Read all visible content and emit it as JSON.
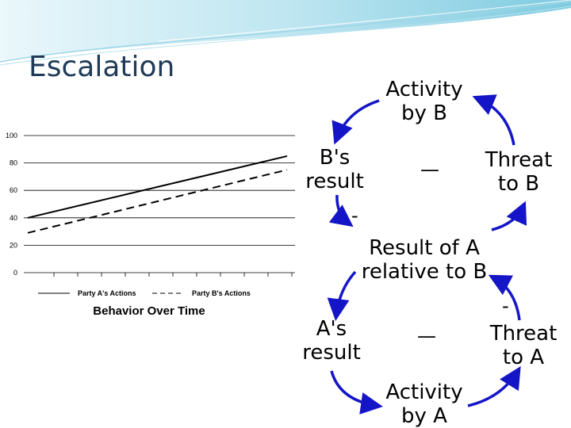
{
  "slide": {
    "title": "Escalation"
  },
  "diagram": {
    "loop_b": {
      "activity": [
        "Activity",
        "by B"
      ],
      "threat": [
        "Threat",
        "to B"
      ],
      "result": [
        "B's",
        "result"
      ],
      "center_sign": "—",
      "arrow_sign": "-"
    },
    "shared": [
      "Result of A",
      "relative to B"
    ],
    "loop_a": {
      "activity": [
        "Activity",
        "by A"
      ],
      "threat": [
        "Threat",
        "to A"
      ],
      "result": [
        "A's",
        "result"
      ],
      "center_sign": "—",
      "arrow_sign": "-"
    },
    "arrow_color": "#1515c8"
  },
  "chart_data": {
    "type": "line",
    "title": "Behavior Over Time",
    "xlabel": "",
    "ylabel": "",
    "ylim": [
      0,
      100
    ],
    "yticks": [
      "0",
      "20",
      "40",
      "60",
      "80",
      "100"
    ],
    "grid": true,
    "legend_position": "bottom",
    "x": [
      0,
      1
    ],
    "series": [
      {
        "name": "Party A's Actions",
        "style": "solid",
        "values": [
          40,
          85
        ]
      },
      {
        "name": "Party B's Actions",
        "style": "dashed",
        "values": [
          29,
          75
        ]
      }
    ]
  }
}
